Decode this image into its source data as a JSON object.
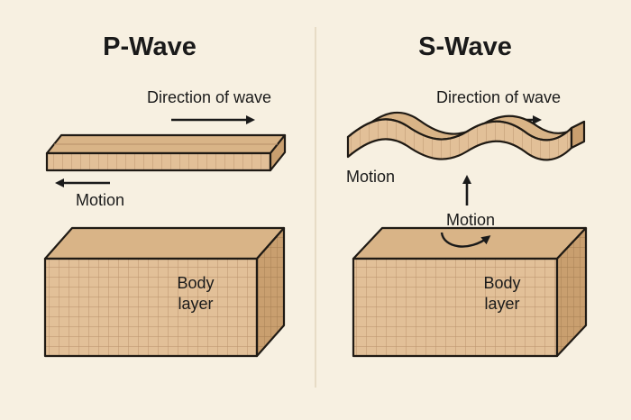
{
  "colors": {
    "background": "#f7f0e1",
    "divider": "#e2d5bd",
    "block_front": "#e2c098",
    "block_top": "#d9b487",
    "block_side": "#c99f6f",
    "grid_line": "#b8916a",
    "outline": "#1f1a14"
  },
  "p_wave": {
    "title": "P-Wave",
    "direction_label": "Direction of wave",
    "motion_label": "Motion",
    "body_label_line1": "Body",
    "body_label_line2": "layer"
  },
  "s_wave": {
    "title": "S-Wave",
    "direction_label": "Direction of wave",
    "motion_label_wave": "Motion",
    "motion_label_block": "Motion",
    "body_label_line1": "Body",
    "body_label_line2": "layer"
  },
  "icons": [
    "arrow-right-icon",
    "arrow-left-icon",
    "arrow-up-icon",
    "curved-arrow-icon"
  ]
}
